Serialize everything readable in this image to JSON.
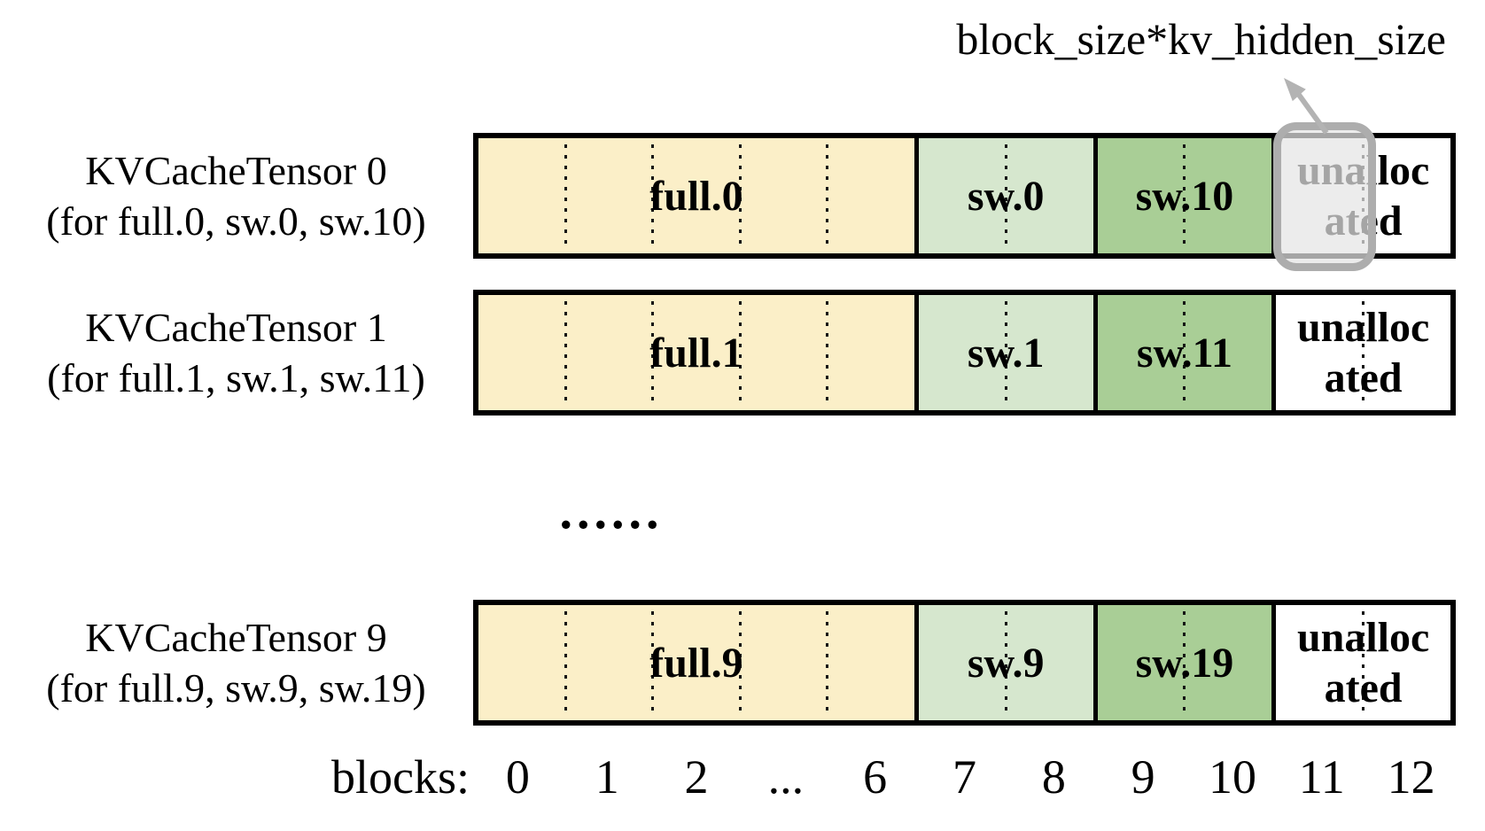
{
  "annotation": {
    "label": "block_size*kv_hidden_size"
  },
  "mid_ellipsis": "......",
  "rows": [
    {
      "title": "KVCacheTensor 0",
      "subtitle": "(for full.0, sw.0, sw.10)",
      "highlighted_block": "11",
      "segments": [
        {
          "label": "full.0",
          "cells": 5,
          "color": "#FBEFC8"
        },
        {
          "label": "sw.0",
          "cells": 2,
          "color": "#D6E7CE"
        },
        {
          "label": "sw.10",
          "cells": 2,
          "color": "#A9CE96"
        },
        {
          "label": "unallocated",
          "cells": 2,
          "color": "#FFFFFF"
        }
      ]
    },
    {
      "title": "KVCacheTensor 1",
      "subtitle": "(for full.1, sw.1, sw.11)",
      "segments": [
        {
          "label": "full.1",
          "cells": 5,
          "color": "#FBEFC8"
        },
        {
          "label": "sw.1",
          "cells": 2,
          "color": "#D6E7CE"
        },
        {
          "label": "sw.11",
          "cells": 2,
          "color": "#A9CE96"
        },
        {
          "label": "unallocated",
          "cells": 2,
          "color": "#FFFFFF"
        }
      ]
    },
    {
      "title": "KVCacheTensor 9",
      "subtitle": "(for full.9, sw.9, sw.19)",
      "segments": [
        {
          "label": "full.9",
          "cells": 5,
          "color": "#FBEFC8"
        },
        {
          "label": "sw.9",
          "cells": 2,
          "color": "#D6E7CE"
        },
        {
          "label": "sw.19",
          "cells": 2,
          "color": "#A9CE96"
        },
        {
          "label": "unallocated",
          "cells": 2,
          "color": "#FFFFFF"
        }
      ]
    }
  ],
  "axis": {
    "prefix": "blocks:",
    "labels": [
      "0",
      "1",
      "2",
      "...",
      "6",
      "7",
      "8",
      "9",
      "10",
      "11",
      "12"
    ]
  },
  "colors": {
    "full_block": "#FBEFC8",
    "sw_first": "#D6E7CE",
    "sw_second": "#A9CE96",
    "unallocated": "#FFFFFF",
    "highlight_border": "#ADADAD",
    "highlight_fill": "#E5E5E5",
    "arrow": "#B3B3B3",
    "border": "#000000"
  }
}
